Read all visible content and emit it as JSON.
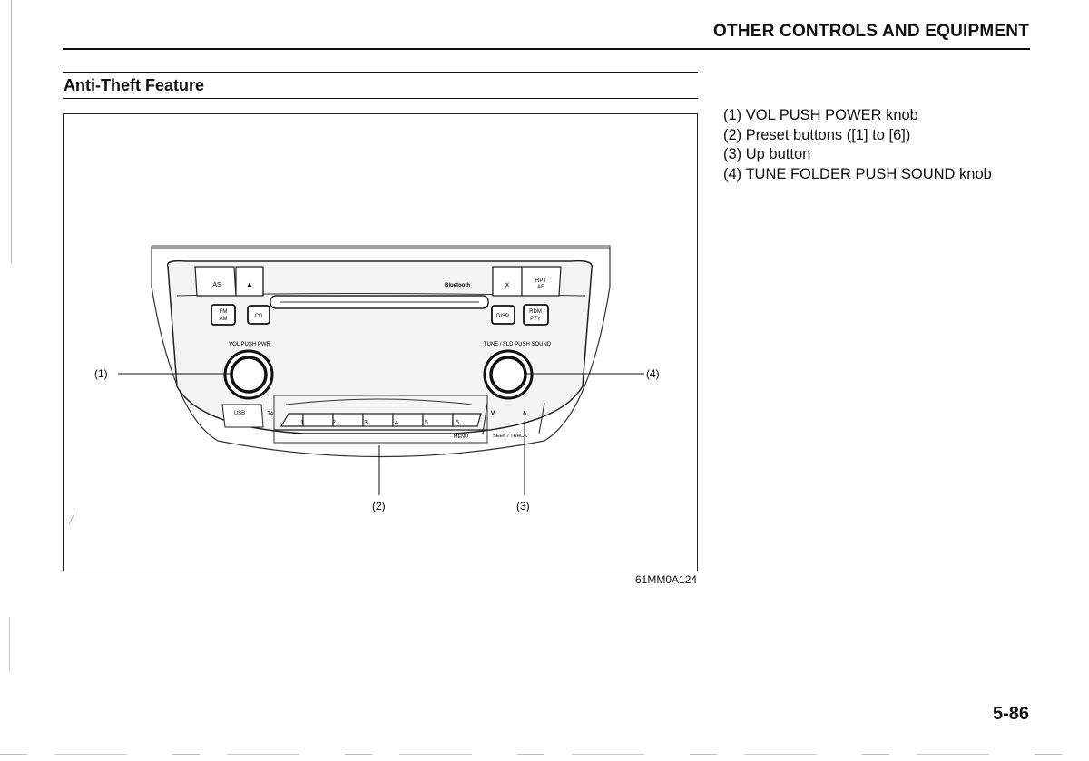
{
  "header": {
    "title": "OTHER CONTROLS AND EQUIPMENT"
  },
  "section": {
    "title": "Anti-Theft Feature"
  },
  "figure": {
    "code": "61MM0A124",
    "callouts": [
      "(1)",
      "(2)",
      "(3)",
      "(4)"
    ],
    "panel": {
      "as_label": "AS",
      "eject_symbol": "▲",
      "bluetooth_label": "Bluetooth",
      "mute_symbol": "ꭗ",
      "rpt_label": "RPT",
      "af_label": "AF",
      "fm_label": "FM",
      "am_label": "AM",
      "cd_label": "CD",
      "disp_label": "DISP",
      "rdm_label": "RDM",
      "pty_label": "PTY",
      "vol_label": "VOL PUSH PWR",
      "tune_label": "TUNE / FLD PUSH SOUND",
      "usb_label": "USB",
      "ta_label": "TA",
      "presets": [
        "1",
        "2",
        "3",
        "4",
        "5",
        "6"
      ],
      "menu_label": "MENU",
      "seek_label": "SEEK / TRACK",
      "down_symbol": "∨",
      "up_symbol": "∧"
    }
  },
  "legend": [
    "(1) VOL PUSH POWER knob",
    "(2) Preset buttons ([1] to [6])",
    "(3) Up button",
    "(4) TUNE FOLDER PUSH SOUND knob"
  ],
  "page_number": "5-86"
}
